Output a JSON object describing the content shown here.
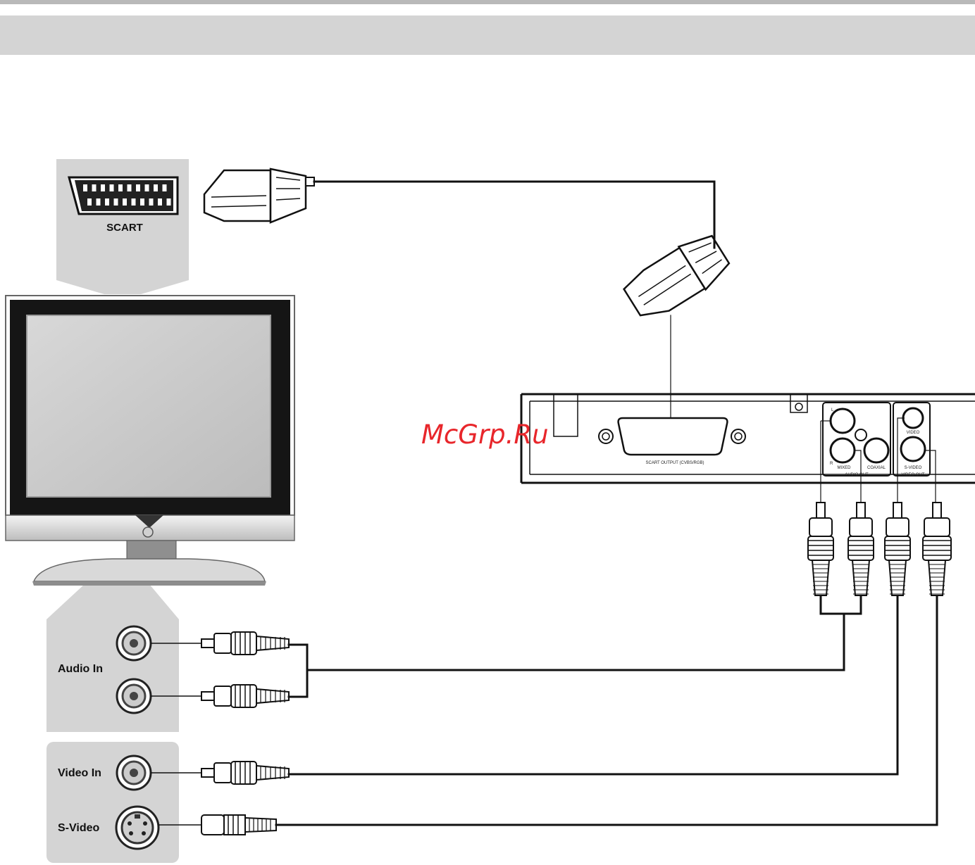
{
  "labels": {
    "scart": "SCART",
    "audio_in": "Audio In",
    "video_in": "Video In",
    "s_video": "S-Video"
  },
  "player_panel": {
    "scart_output": "SCART OUTPUT (CVBS/RGB)",
    "channel_l": "L",
    "channel_r": "R",
    "mixed": "MIXED",
    "coaxial": "COAXIAL",
    "audio_out": "AUDIO OUT",
    "video": "VIDEO",
    "s_video": "S-VIDEO",
    "video_out": "VIDEO OUT"
  },
  "watermark": "McGrp.Ru",
  "colors": {
    "panel_gray": "#d4d4d4",
    "dark": "#111111",
    "watermark": "#e8262b"
  }
}
